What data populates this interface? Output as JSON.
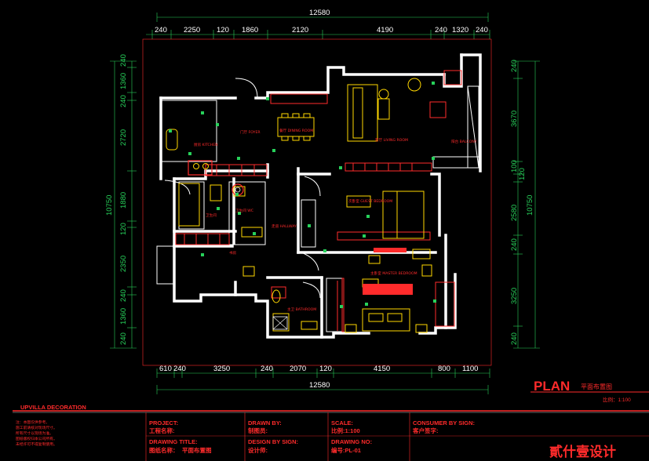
{
  "dimensions": {
    "total_top": "12580",
    "total_bottom": "12580",
    "top": [
      "240",
      "2250",
      "120",
      "1860",
      "2120",
      "4190",
      "240",
      "1320",
      "240"
    ],
    "bottom": [
      "610",
      "240",
      "3250",
      "240",
      "2070",
      "120",
      "4150",
      "800",
      "1100"
    ],
    "left": [
      "240",
      "1360",
      "240",
      "2720",
      "1880",
      "120",
      "2350",
      "240",
      "1360",
      "240"
    ],
    "left_total": "10750",
    "right": [
      "240",
      "3670",
      "100",
      "120",
      "2580",
      "240",
      "3250",
      "240"
    ],
    "right_total": "10750"
  },
  "rooms": {
    "kitchen": "厨房 KITCHEN",
    "entrance": "门厅 FOYER",
    "dining": "餐厅 DINING ROOM",
    "living": "客厅 LIVING ROOM",
    "balcony": "阳台 BALCONY",
    "bathroom": "卫生间",
    "wc": "卫生间 WC",
    "hallway": "走道 HALLWAY",
    "study": "书房",
    "guest": "次卧室 GUEST BEDROOM",
    "master": "主卧室 MASTER BEDROOM",
    "master_bath": "主卫 BATHROOM"
  },
  "title_block": {
    "plan_title": "PLAN",
    "plan_subtitle": "平面布置图",
    "scale_label": "比例：1:100",
    "company": "UPVILLA DECORATION",
    "project": "PROJECT:",
    "project_cn": "工程名称:",
    "drawing_title": "DRAWING TITLE:",
    "drawing_title_cn": "图纸名称：",
    "drawing_title_value": "平面布置图",
    "drawn_by": "DRAWN BY:",
    "drawn_by_cn": "制图员:",
    "design_by": "DESIGN BY SIGN:",
    "design_by_cn": "设计师:",
    "scale": "SCALE:",
    "scale_cn": "比例:1:100",
    "drawing_no": "DRAWING NO:",
    "drawing_no_cn": "编号:PL-01",
    "consumer": "CONSUMER BY SIGN:",
    "consumer_cn": "客户签字:",
    "notes": [
      "注：本图仅供参考。",
      "施工前请核对现场尺寸。",
      "所有尺寸以现场为准。",
      "图纸版权归本公司所有。",
      "未经许可不得复制使用。"
    ],
    "brand": "貳什壹设计"
  },
  "colors": {
    "wall": "#ffffff",
    "accent": "#ff2b2b",
    "dimension_green": "#27d15a",
    "furniture": "#ffd700"
  }
}
